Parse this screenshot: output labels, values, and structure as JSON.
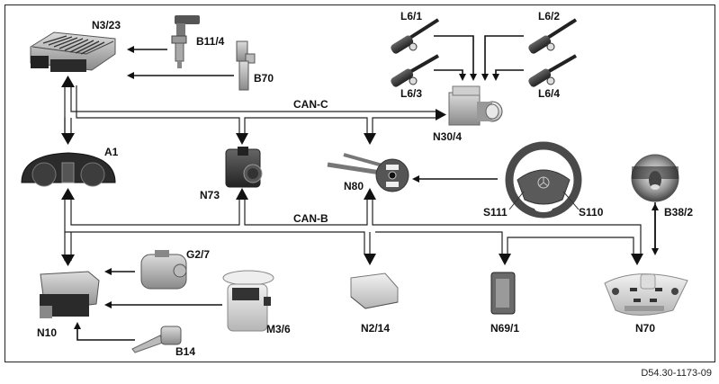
{
  "figure_id": "D54.30-1173-09",
  "buses": [
    {
      "id": "can-c",
      "label": "CAN-C"
    },
    {
      "id": "can-b",
      "label": "CAN-B"
    }
  ],
  "components": [
    {
      "id": "N3/23",
      "label": "N3/23",
      "kind": "engine-control-unit"
    },
    {
      "id": "B11/4",
      "label": "B11/4",
      "kind": "coolant-temperature-sensor"
    },
    {
      "id": "B70",
      "label": "B70",
      "kind": "crankshaft-hall-sensor"
    },
    {
      "id": "L6/1",
      "label": "L6/1",
      "kind": "wheel-speed-sensor"
    },
    {
      "id": "L6/2",
      "label": "L6/2",
      "kind": "wheel-speed-sensor"
    },
    {
      "id": "L6/3",
      "label": "L6/3",
      "kind": "wheel-speed-sensor"
    },
    {
      "id": "L6/4",
      "label": "L6/4",
      "kind": "wheel-speed-sensor"
    },
    {
      "id": "N30/4",
      "label": "N30/4",
      "kind": "esp-control-unit"
    },
    {
      "id": "A1",
      "label": "A1",
      "kind": "instrument-cluster"
    },
    {
      "id": "N73",
      "label": "N73",
      "kind": "ezs-ignition-switch"
    },
    {
      "id": "N80",
      "label": "N80",
      "kind": "steering-column-module"
    },
    {
      "id": "S111",
      "label": "S111",
      "kind": "steering-wheel-button-left"
    },
    {
      "id": "S110",
      "label": "S110",
      "kind": "steering-wheel-button-right"
    },
    {
      "id": "B38/2",
      "label": "B38/2",
      "kind": "rain-light-sensor"
    },
    {
      "id": "G2/7",
      "label": "G2/7",
      "kind": "alternator"
    },
    {
      "id": "M3/6",
      "label": "M3/6",
      "kind": "fuel-pump"
    },
    {
      "id": "N10",
      "label": "N10",
      "kind": "sam-control-unit"
    },
    {
      "id": "B14",
      "label": "B14",
      "kind": "outside-temperature-sensor"
    },
    {
      "id": "N2/14",
      "label": "N2/14",
      "kind": "airbag-control-unit"
    },
    {
      "id": "N69/1",
      "label": "N69/1",
      "kind": "door-control-unit"
    },
    {
      "id": "N70",
      "label": "N70",
      "kind": "overhead-control-panel"
    }
  ]
}
